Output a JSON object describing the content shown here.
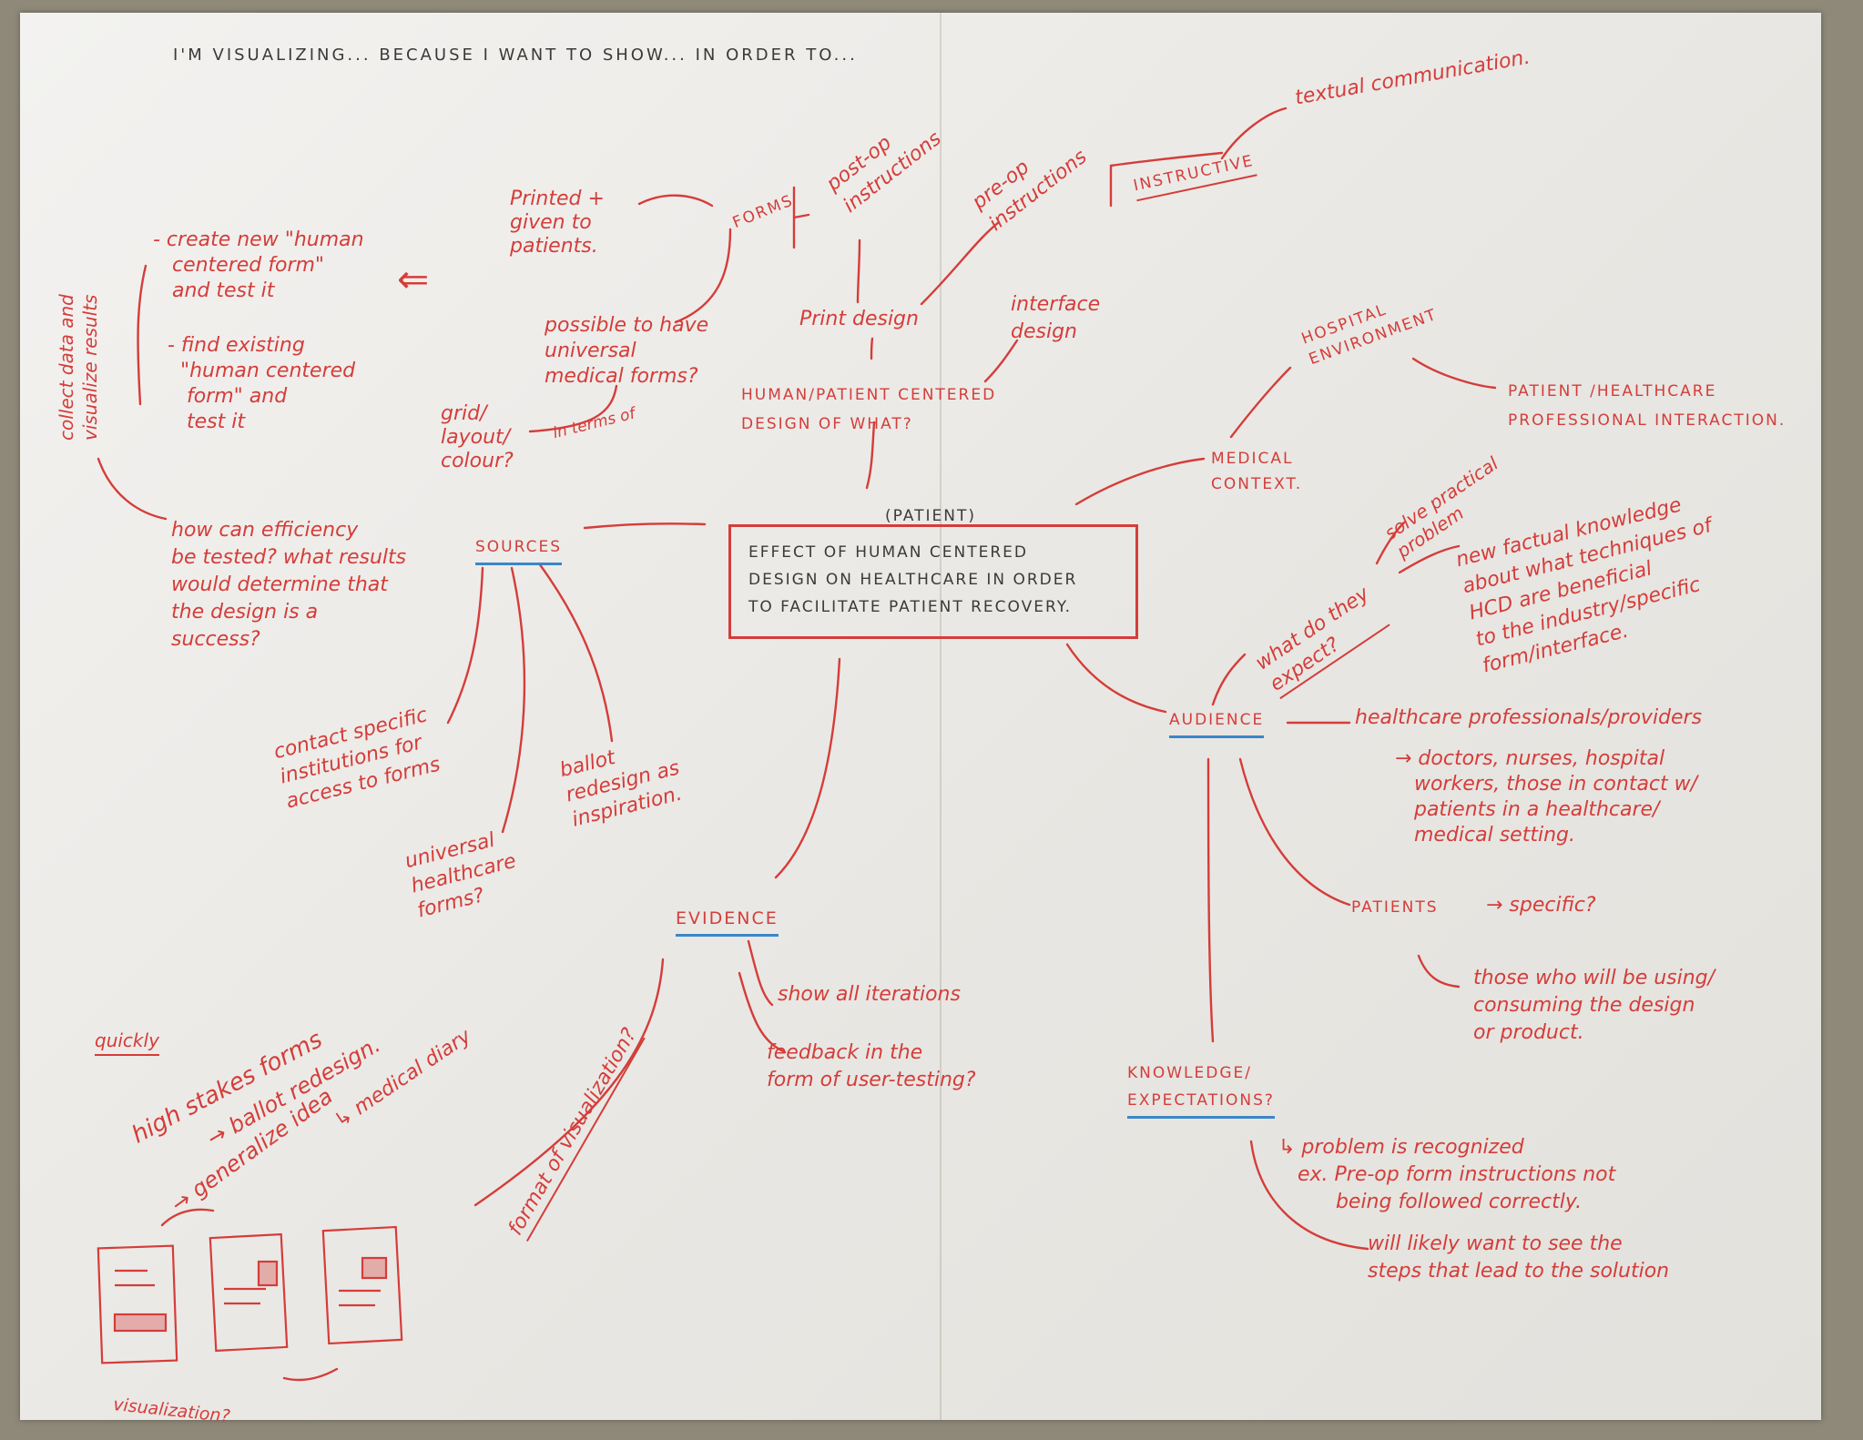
{
  "header_prompt": "I'M VISUALIZING... BECAUSE I WANT TO SHOW... IN ORDER TO...",
  "center": {
    "tag": "(PATIENT)",
    "text": "EFFECT OF HUMAN CENTERED\nDESIGN ON HEALTHCARE IN ORDER\nTO FACILITATE PATIENT RECOVERY."
  },
  "design_branch": {
    "human_patient": "HUMAN/PATIENT CENTERED\nDESIGN OF WHAT?",
    "print_design": "Print design",
    "interface_design": "interface\ndesign",
    "post_op": "post-op\ninstructions",
    "pre_op": "pre-op\ninstructions",
    "forms": "FORMS",
    "printed_given": "Printed +\ngiven to\npatients.",
    "instructive": "INSTRUCTIVE",
    "textual": "textual communication.",
    "universal_forms": "possible to have\nuniversal\nmedical forms?",
    "grid_layout": "grid/\nlayout/\ncolour?",
    "in_terms_of": "in terms of"
  },
  "left_notes": {
    "collect": "collect data and\nvisualize results",
    "create_new": "- create new \"human\n   centered form\"\n   and test it",
    "find_existing": "- find existing\n  \"human centered\n   form\" and\n   test it",
    "arrow": "⇐",
    "efficiency": "how can efficiency\nbe tested? what results\nwould determine that\nthe design is a\nsuccess?"
  },
  "sources": {
    "label": "SOURCES",
    "contact": "contact specific\ninstitutions for\naccess to forms",
    "universal_hc": "universal\nhealthcare\nforms?",
    "ballot": "ballot\nredesign as\ninspiration."
  },
  "evidence": {
    "label": "EVIDENCE",
    "show_all": "show all iterations",
    "feedback": "feedback in the\nform of user-testing?",
    "format": "format of visualization?"
  },
  "sketch_notes": {
    "quickly": "quickly",
    "high_stakes": "high stakes forms",
    "ballot_redesign": "→ ballot redesign.",
    "generalize": "→ generalize idea",
    "medical_diary": "↳ medical diary",
    "visualization": "visualization?"
  },
  "medical": {
    "label": "MEDICAL\nCONTEXT.",
    "hospital": "HOSPITAL\nENVIRONMENT",
    "interaction": "PATIENT /HEALTHCARE\nPROFESSIONAL INTERACTION."
  },
  "audience": {
    "label": "AUDIENCE",
    "professionals": "healthcare professionals/providers",
    "doctors": "→ doctors, nurses, hospital\n   workers, those in contact w/\n   patients in a healthcare/\n   medical setting.",
    "expect": "what do they\nexpect?",
    "practical": "solve practical\nproblem",
    "factual": "new factual knowledge\nabout what techniques of\nHCD are beneficial\nto the industry/specific\nform/interface.",
    "patients": "PATIENTS",
    "specific": "→ specific?",
    "those_using": "those who will be using/\nconsuming the design\nor product.",
    "knowledge": "KNOWLEDGE/\nEXPECTATIONS?",
    "problem": "↳ problem is recognized\n   ex. Pre-op form instructions not\n         being followed correctly.",
    "steps": "will likely want to see the\nsteps that lead to the solution"
  },
  "colors": {
    "ink_red": "#d43d3a",
    "ink_blue": "#3b86c9",
    "paper": "#eeecea"
  }
}
